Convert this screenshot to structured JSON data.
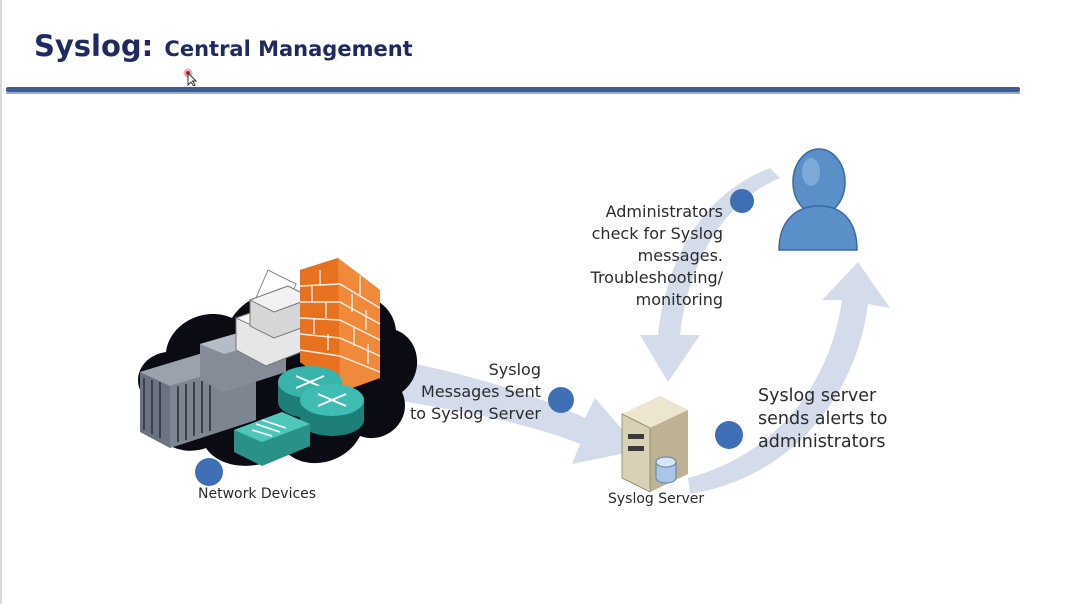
{
  "slide": {
    "title_main": "Syslog:",
    "title_sub": "Central Management"
  },
  "diagram": {
    "admin_note": "Administrators\ncheck for Syslog\nmessages.\nTroubleshooting/\nmonitoring",
    "messages_note": "Syslog\nMessages Sent\nto Syslog Server",
    "alerts_note": "Syslog server\nsends alerts to\nadministrators",
    "network_devices_label": "Network Devices",
    "syslog_server_label": "Syslog Server"
  },
  "colors": {
    "title": "#1f2a60",
    "rule": "#3d5c93",
    "arrow": "#d4dcec",
    "dot": "#3e6fb5",
    "cloud": "#0b0b14",
    "firewall": "#e8711f",
    "router": "#2aa39a",
    "admin_figure": "#5b8fc8"
  },
  "icons": [
    "pointer-cursor-icon",
    "admin-user-icon",
    "server-icon",
    "firewall-icon",
    "router-icon",
    "switch-icon",
    "printer-icon",
    "network-cloud-icon"
  ]
}
